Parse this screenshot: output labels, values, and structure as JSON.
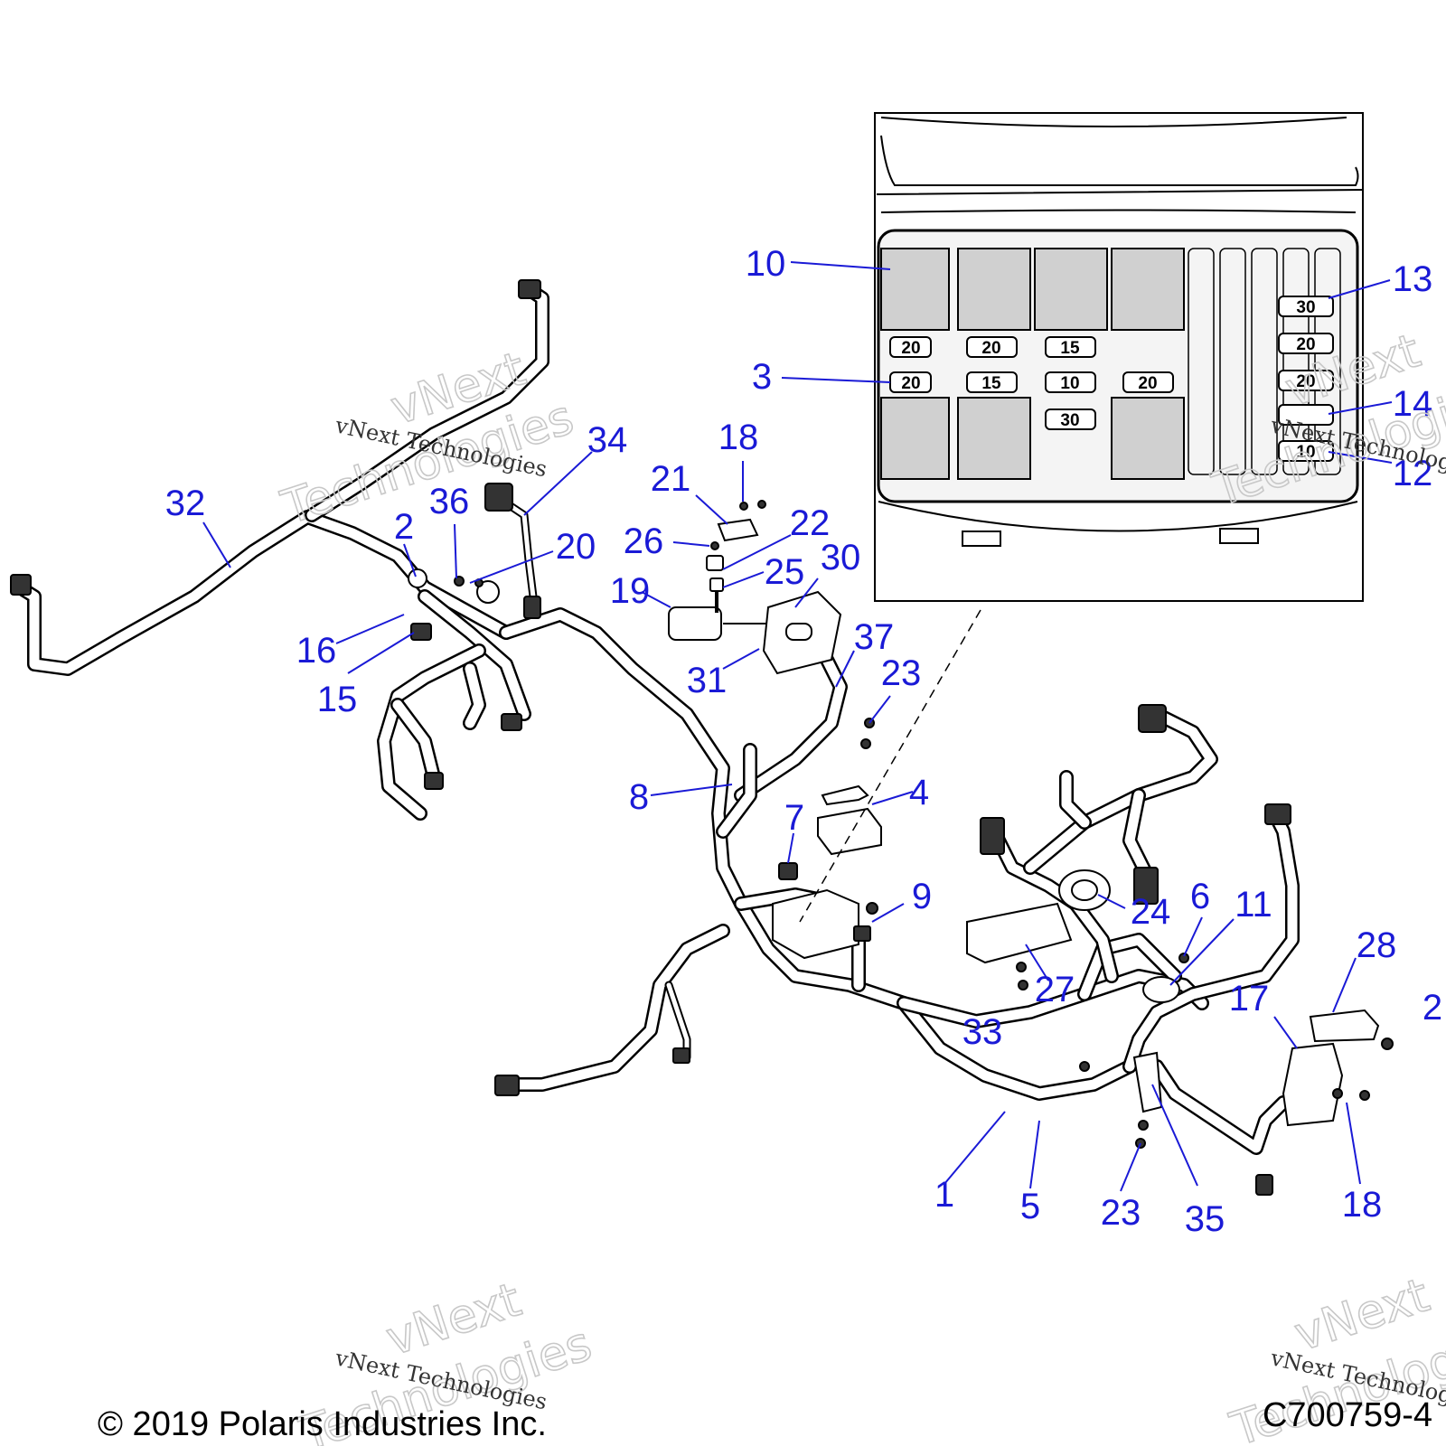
{
  "callouts": [
    {
      "label": "32"
    },
    {
      "label": "2"
    },
    {
      "label": "36"
    },
    {
      "label": "34"
    },
    {
      "label": "20"
    },
    {
      "label": "16"
    },
    {
      "label": "15"
    },
    {
      "label": "18"
    },
    {
      "label": "21"
    },
    {
      "label": "26"
    },
    {
      "label": "22"
    },
    {
      "label": "25"
    },
    {
      "label": "30"
    },
    {
      "label": "19"
    },
    {
      "label": "37"
    },
    {
      "label": "31"
    },
    {
      "label": "23"
    },
    {
      "label": "8"
    },
    {
      "label": "4"
    },
    {
      "label": "7"
    },
    {
      "label": "9"
    },
    {
      "label": "24"
    },
    {
      "label": "6"
    },
    {
      "label": "11"
    },
    {
      "label": "28"
    },
    {
      "label": "2"
    },
    {
      "label": "17"
    },
    {
      "label": "27"
    },
    {
      "label": "33"
    },
    {
      "label": "1"
    },
    {
      "label": "5"
    },
    {
      "label": "23"
    },
    {
      "label": "35"
    },
    {
      "label": "18"
    },
    {
      "label": "10"
    },
    {
      "label": "3"
    },
    {
      "label": "13"
    },
    {
      "label": "14"
    },
    {
      "label": "12"
    }
  ],
  "fuses": [
    {
      "rating": "20"
    },
    {
      "rating": "20"
    },
    {
      "rating": "15"
    },
    {
      "rating": "20"
    },
    {
      "rating": "15"
    },
    {
      "rating": "10"
    },
    {
      "rating": "20"
    },
    {
      "rating": "30"
    },
    {
      "rating": "30"
    },
    {
      "rating": "20"
    },
    {
      "rating": "20"
    },
    {
      "rating": "10"
    }
  ],
  "watermark": {
    "small": "vNext Technologies",
    "big_1": "vNext",
    "big_2": "Technologies"
  },
  "footer": {
    "copyright": "© 2019 Polaris Industries Inc.",
    "figure_number": "C700759-4"
  }
}
